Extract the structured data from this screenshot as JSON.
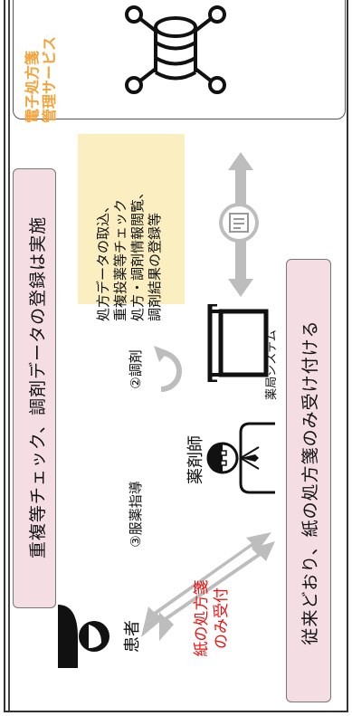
{
  "service": {
    "title_line1": "電子処方箋",
    "title_line2": "管理サービス"
  },
  "top_banner": "重複等チェック、調剤データの登録は実施",
  "bottom_banner": "従来どおり、紙の処方箋のみ受け付ける",
  "note": {
    "line1": "処方データの取込、",
    "line2": "重複投薬等チェック",
    "line3": "処方・調剤情報閲覧、",
    "line4": "調剤結果の登録等"
  },
  "labels": {
    "pharmacy_system": "薬局システム",
    "dispensing": "②調剤",
    "pharmacist": "薬剤師",
    "guidance": "③服薬指導",
    "patient": "患者",
    "paper_only_line1": "紙の処方箋",
    "paper_only_line2": "のみ受付"
  },
  "colors": {
    "pink_fill": "#f4dde3",
    "note_fill": "#fbefc1",
    "service_title": "#f3a33c",
    "paper_red": "#e11111",
    "arrow_gray": "#bdbdbd"
  }
}
